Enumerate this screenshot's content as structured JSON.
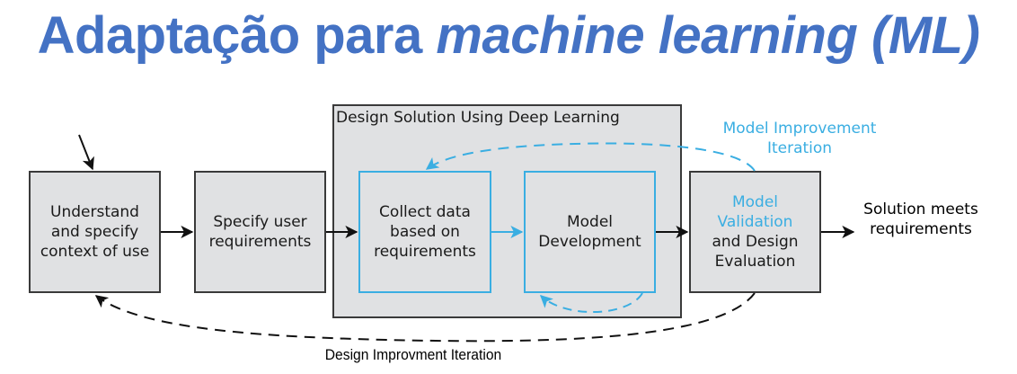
{
  "slide": {
    "title_plain": "Adaptação para ",
    "title_italic": "machine learning (ML)"
  },
  "diagram": {
    "boxes": {
      "context": "Understand and specify context of use",
      "requirements": "Specify user requirements",
      "container": "Design Solution Using Deep Learning",
      "collect": "Collect data based on requirements",
      "model_dev": "Model Development",
      "validation_blue": "Model Validation",
      "validation_black": "and Design Evaluation"
    },
    "outcome": "Solution meets requirements",
    "loops": {
      "model_improvement": "Model Improvement Iteration",
      "design_improvement": "Design Improvment Iteration"
    },
    "colors": {
      "title": "#4472C4",
      "accent_blue": "#3AAEE2",
      "box_fill": "#E0E1E3",
      "stroke": "#3A3A3A"
    }
  }
}
